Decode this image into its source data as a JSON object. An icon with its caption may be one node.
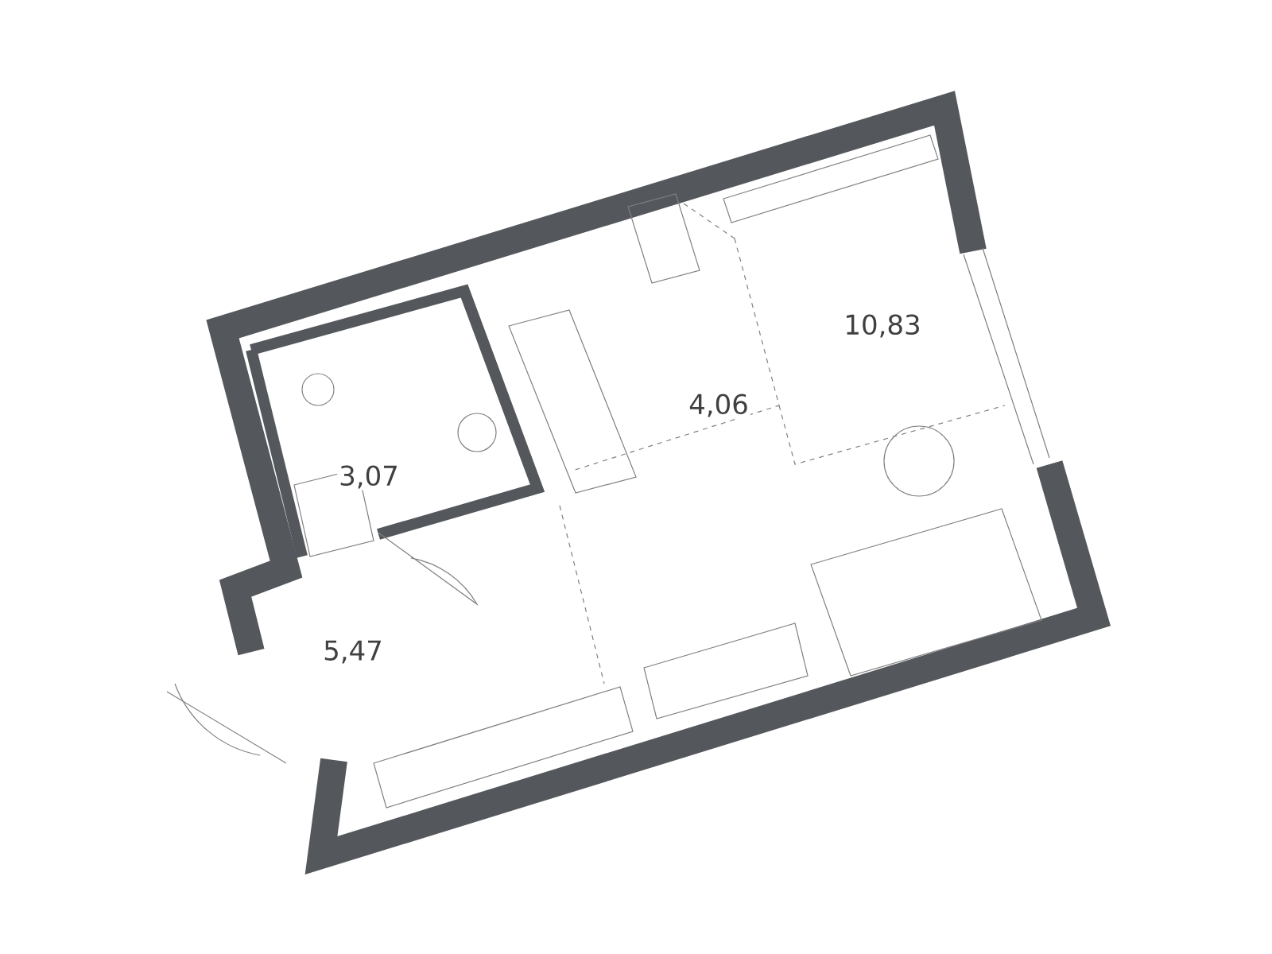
{
  "diagram": {
    "labels": [
      "10,83",
      "4,06",
      "3,07",
      "5,47"
    ]
  }
}
